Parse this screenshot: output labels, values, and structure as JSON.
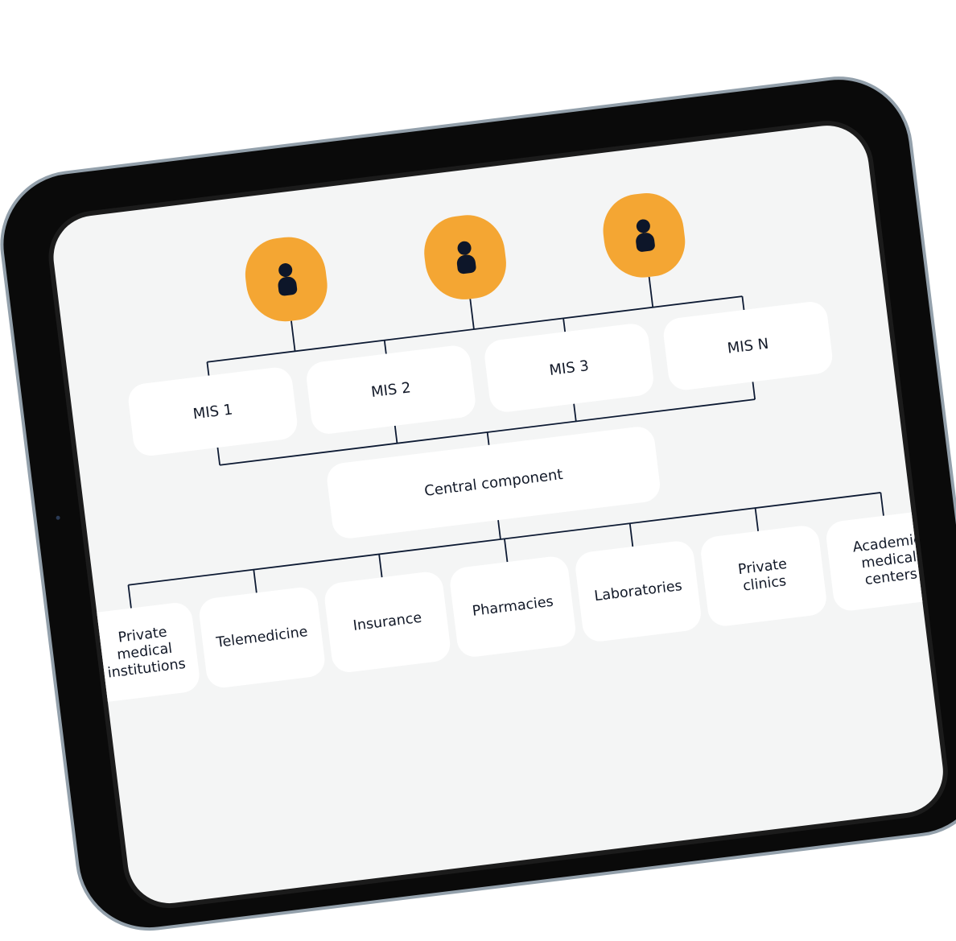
{
  "diagram": {
    "users": [
      {
        "icon": "person-icon"
      },
      {
        "icon": "person-icon"
      },
      {
        "icon": "person-icon"
      }
    ],
    "mis": [
      "MIS 1",
      "MIS 2",
      "MIS 3",
      "MIS N"
    ],
    "central": "Central component",
    "consumers": [
      "Private medical institutions",
      "Telemedicine",
      "Insurance",
      "Pharmacies",
      "Laboratories",
      "Private clinics",
      "Academic medical centers"
    ]
  },
  "colors": {
    "accent": "#f4a633",
    "line": "#0d1a33",
    "screen_bg": "#f4f5f5",
    "bezel": "#0a0a0a",
    "frame_rim": "#93a0ab"
  }
}
